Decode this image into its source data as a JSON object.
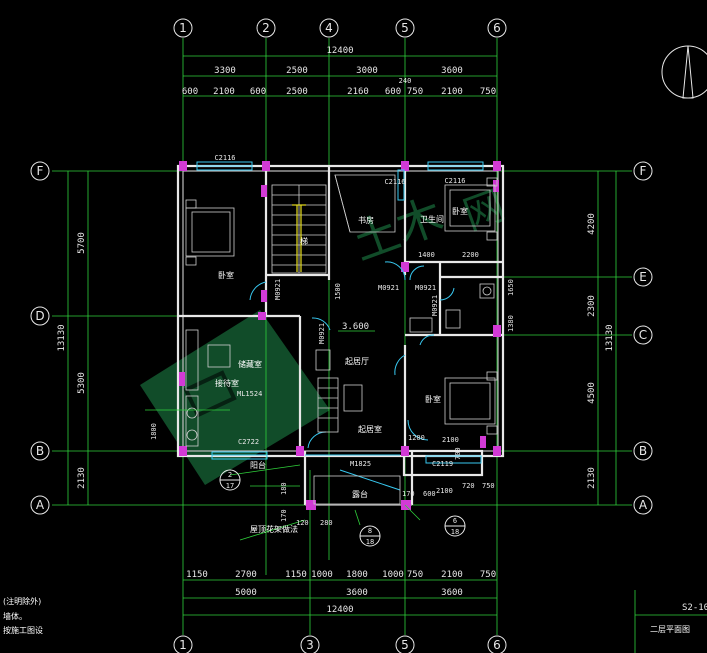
{
  "axes": {
    "top": [
      "1",
      "2",
      "4",
      "5",
      "6"
    ],
    "bottom": [
      "1",
      "3",
      "5",
      "6"
    ],
    "left": [
      "F",
      "D",
      "B",
      "A"
    ],
    "right": [
      "F",
      "E",
      "C",
      "B",
      "A"
    ]
  },
  "dims": {
    "top_total": "12400",
    "top_mid": [
      "3300",
      "2500",
      "3000",
      "3600"
    ],
    "top_detail": [
      "600",
      "2100",
      "600",
      "2500",
      "2160",
      "600",
      "750",
      "2100",
      "750"
    ],
    "top_extra": "240",
    "left_total": "13130",
    "left_parts": [
      "5700",
      "5300",
      "2130"
    ],
    "right_total": "13130",
    "right_parts": [
      "4200",
      "2300",
      "4500",
      "2130"
    ],
    "bottom_detail": [
      "1150",
      "2700",
      "1150",
      "1000",
      "1800",
      "1000",
      "750",
      "2100",
      "750"
    ],
    "bottom_mid": [
      "5000",
      "3600",
      "3600"
    ],
    "bottom_total": "12400"
  },
  "labels": {
    "c2116": "C2116",
    "c2116b": "C2116",
    "c2116c": "C2116",
    "m0921a": "M0921",
    "m0921b": "M0921",
    "m0921c": "M0921",
    "m0921d": "M0921",
    "m0921e": "M0921",
    "m1524": "ML1524",
    "c2722": "C2722",
    "m1825": "M1825",
    "c2119": "C2119",
    "elev": "3.600",
    "d1400": "1400",
    "d2200": "2200",
    "d1500": "1500",
    "d1800": "1800",
    "d1650": "1650",
    "d1380": "1380",
    "d2100": "2100",
    "d700": "700",
    "d1200": "1200",
    "d180": "180",
    "d170": "170",
    "d120": "120",
    "d280": "280",
    "d170b": "170",
    "d600": "600",
    "d2100b": "2100",
    "d720": "720",
    "d750": "750",
    "r_bedroom1": "卧室",
    "r_study": "书房",
    "r_bath": "卫生间",
    "r_bedroom2": "卧室",
    "r_bedroom3": "卧室",
    "r_living": "起居室",
    "r_storage": "储藏室",
    "r_ref": "接待室",
    "r_balcony": "阳台",
    "r_dining": "起居厅",
    "r_stairs": "梯",
    "r_terrace": "露台",
    "note1": "(注明除外)",
    "note2": "墙体。",
    "note3": "按施工图设",
    "title": "二层平面图",
    "sheet": "S2-10",
    "det1_top": "2",
    "det1_bot": "17",
    "det2_top": "8",
    "det2_bot": "18",
    "det3_top": "6",
    "det3_bot": "18",
    "roof_note": "屋顶花架做法"
  },
  "colors": {
    "grid": "#2fd13b",
    "wall": "#e8e8e8",
    "window": "#38c8f0",
    "column": "#d23ad6",
    "stair": "#e8e020",
    "watermark": "#1f8a4c"
  },
  "icons": {
    "north_arrow": "north-arrow-icon",
    "watermark": "watermark-logo-icon"
  }
}
